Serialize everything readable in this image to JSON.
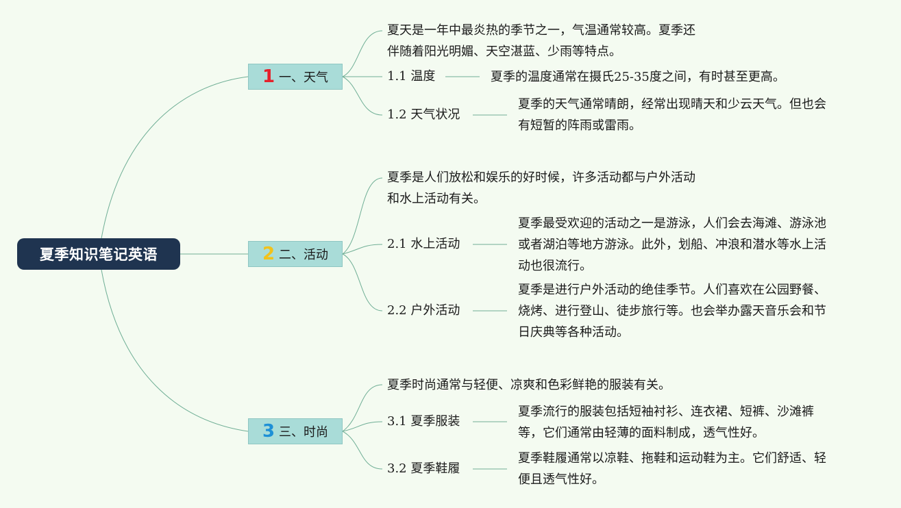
{
  "root": {
    "label": "夏季知识笔记英语"
  },
  "branches": [
    {
      "number": "1",
      "number_color": "#e5212b",
      "label": "一、天气",
      "intro_lines": [
        "夏天是一年中最炎热的季节之一，气温通常较高。夏季还",
        "伴随着阳光明媚、天空湛蓝、少雨等特点。"
      ],
      "subs": [
        {
          "label": "1.1 温度",
          "lines": [
            "夏季的温度通常在摄氏25-35度之间，有时甚至更高。"
          ]
        },
        {
          "label": "1.2 天气状况",
          "lines": [
            "夏季的天气通常晴朗，经常出现晴天和少云天气。但也会",
            "有短暂的阵雨或雷雨。"
          ]
        }
      ]
    },
    {
      "number": "2",
      "number_color": "#f2c21b",
      "label": "二、活动",
      "intro_lines": [
        "夏季是人们放松和娱乐的好时候，许多活动都与户外活动",
        "和水上活动有关。"
      ],
      "subs": [
        {
          "label": "2.1 水上活动",
          "lines": [
            "夏季最受欢迎的活动之一是游泳，人们会去海滩、游泳池",
            "或者湖泊等地方游泳。此外，划船、冲浪和潜水等水上活",
            "动也很流行。"
          ]
        },
        {
          "label": "2.2 户外活动",
          "lines": [
            "夏季是进行户外活动的绝佳季节。人们喜欢在公园野餐、",
            "烧烤、进行登山、徒步旅行等。也会举办露天音乐会和节",
            "日庆典等各种活动。"
          ]
        }
      ]
    },
    {
      "number": "3",
      "number_color": "#1e90d6",
      "label": "三、时尚",
      "intro_lines": [
        "夏季时尚通常与轻便、凉爽和色彩鲜艳的服装有关。"
      ],
      "subs": [
        {
          "label": "3.1 夏季服装",
          "lines": [
            "夏季流行的服装包括短袖衬衫、连衣裙、短裤、沙滩裤",
            "等，它们通常由轻薄的面料制成，透气性好。"
          ]
        },
        {
          "label": "3.2 夏季鞋履",
          "lines": [
            "夏季鞋履通常以凉鞋、拖鞋和运动鞋为主。它们舒适、轻",
            "便且透气性好。"
          ]
        }
      ]
    }
  ],
  "colors": {
    "connector": "#6fae95",
    "root_bg": "#1f3450",
    "branch_bg": "#a9dcd8",
    "background": "#f4fbf1"
  }
}
